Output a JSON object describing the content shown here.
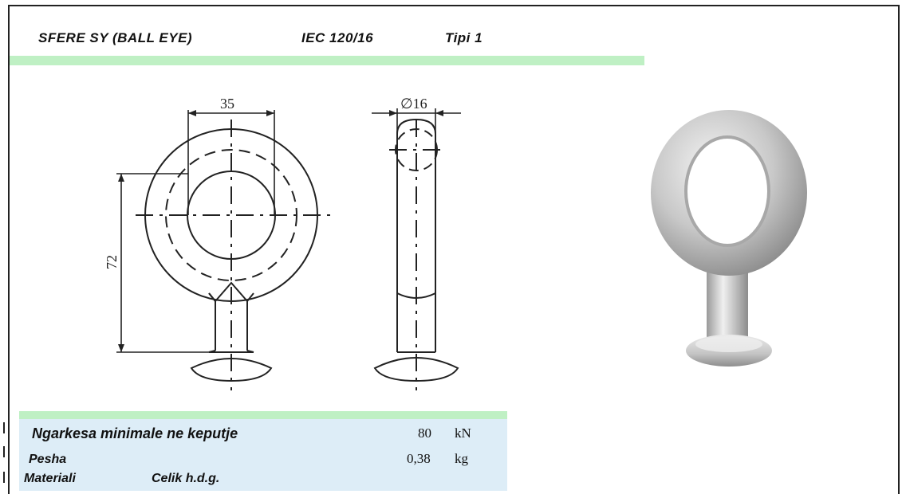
{
  "header": {
    "name": "SFERE SY (BALL EYE)",
    "standard": "IEC 120/16",
    "type": "Tipi 1"
  },
  "drawing": {
    "front_width_dim": "35",
    "front_height_dim": "72",
    "side_diameter_dim": "∅16"
  },
  "specs": {
    "load_label": "Ngarkesa minimale ne keputje",
    "load_value": "80",
    "load_unit": "kN",
    "weight_label": "Pesha",
    "weight_value": "0,38",
    "weight_unit": "kg",
    "material_label": "Materiali",
    "material_value": "Celik h.d.g."
  },
  "colors": {
    "accent_green": "#bff0c4",
    "panel_blue": "#ddedf7"
  }
}
